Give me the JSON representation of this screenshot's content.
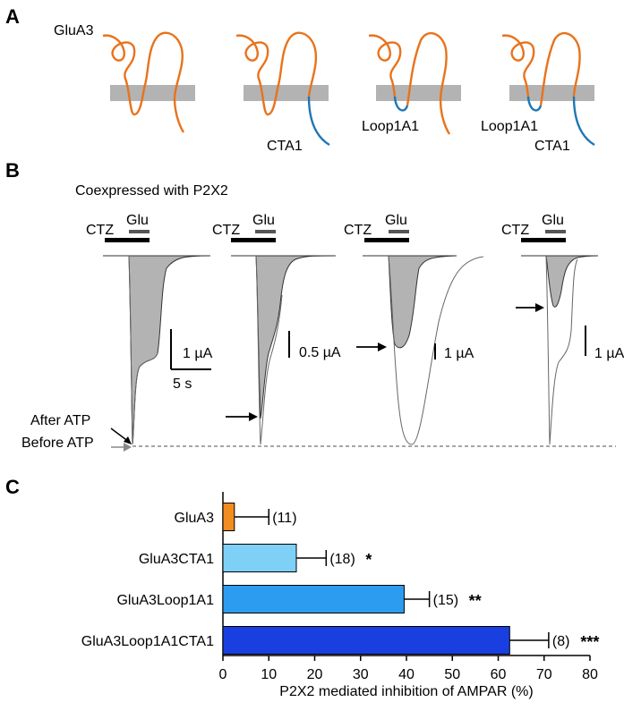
{
  "panels": {
    "a": {
      "letter": "A",
      "constructs": [
        {
          "labels": [
            "GluA3"
          ]
        },
        {
          "labels": [
            "CTA1"
          ]
        },
        {
          "labels": [
            "Loop1A1"
          ]
        },
        {
          "labels": [
            "Loop1A1",
            "CTA1"
          ]
        }
      ]
    },
    "b": {
      "letter": "B",
      "subtitle": "Coexpressed with P2X2",
      "ctz_label": "CTZ",
      "glu_label": "Glu",
      "scale_bars": [
        "1 µA",
        "0.5 µA",
        "1 µA",
        "1 µA"
      ],
      "time_scale": "5 s",
      "after_atp": "After ATP",
      "before_atp": "Before ATP"
    },
    "c": {
      "letter": "C"
    }
  },
  "colors": {
    "glua3_orange": "#e8731c",
    "a1_blue": "#1f77b4",
    "membrane": "#b3b3b3",
    "trace_fill": "#b3b3b3"
  },
  "chart_data": {
    "type": "bar",
    "orientation": "horizontal",
    "categories": [
      "GluA3",
      "GluA3CTA1",
      "GluA3Loop1A1",
      "GluA3Loop1A1CTA1"
    ],
    "values": [
      2.5,
      16,
      39.5,
      62.5
    ],
    "errors": [
      7.5,
      6.5,
      5.5,
      8.5
    ],
    "n_labels": [
      "(11)",
      "(18)",
      "(15)",
      "(8)"
    ],
    "significance": [
      "",
      "*",
      "**",
      "***"
    ],
    "bar_colors": [
      "#f28c1e",
      "#7fd0f7",
      "#2c9cf0",
      "#1a3fe0"
    ],
    "xlabel": "P2X2 mediated inhibition of AMPAR (%)",
    "xlim": [
      0,
      80
    ],
    "xticks": [
      0,
      10,
      20,
      30,
      40,
      50,
      60,
      70,
      80
    ]
  }
}
